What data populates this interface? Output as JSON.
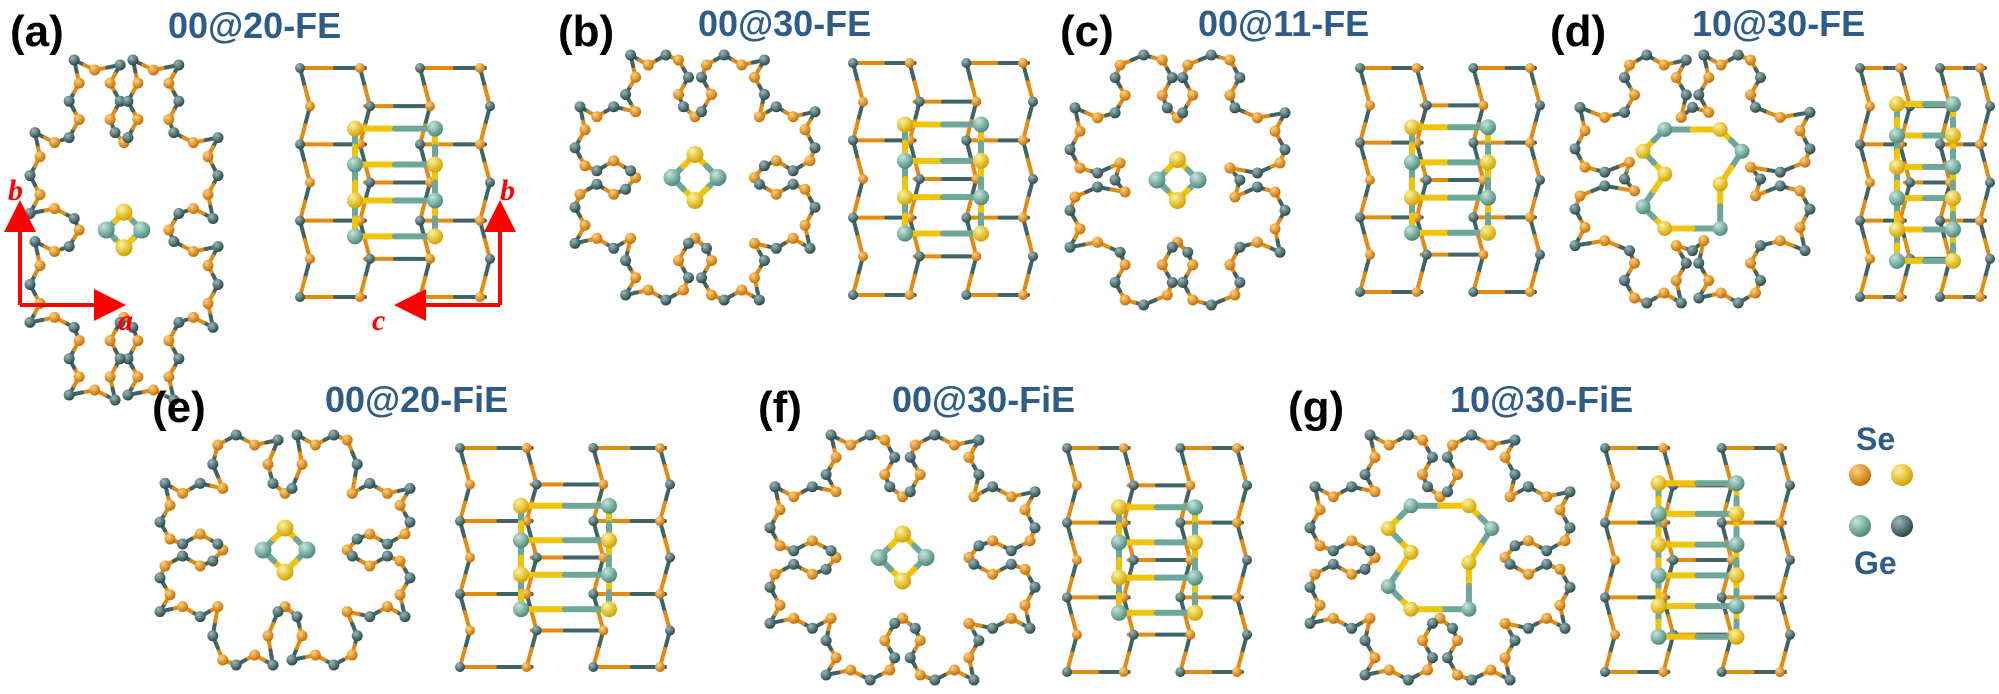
{
  "colors": {
    "se_outer": "#e48a0e",
    "se_inner": "#f0c40a",
    "ge_outer": "#3f6466",
    "ge_inner": "#6fa69a",
    "title": "#2e5c86",
    "axis": "#ff0000"
  },
  "panels": [
    {
      "id": "a",
      "label": "(a)",
      "title": "00@20-FE",
      "core": "small-square"
    },
    {
      "id": "b",
      "label": "(b)",
      "title": "00@30-FE",
      "core": "small-square"
    },
    {
      "id": "c",
      "label": "(c)",
      "title": "00@11-FE",
      "core": "small-square"
    },
    {
      "id": "d",
      "label": "(d)",
      "title": "10@30-FE",
      "core": "cross"
    },
    {
      "id": "e",
      "label": "(e)",
      "title": "00@20-FiE",
      "core": "small-square"
    },
    {
      "id": "f",
      "label": "(f)",
      "title": "00@30-FiE",
      "core": "small-square"
    },
    {
      "id": "g",
      "label": "(g)",
      "title": "10@30-FiE",
      "core": "cross"
    }
  ],
  "axes": {
    "left": {
      "horizontal": "a",
      "vertical": "b"
    },
    "right": {
      "horizontal": "c",
      "vertical": "b"
    }
  },
  "legend": {
    "top": "Se",
    "bottom": "Ge"
  }
}
